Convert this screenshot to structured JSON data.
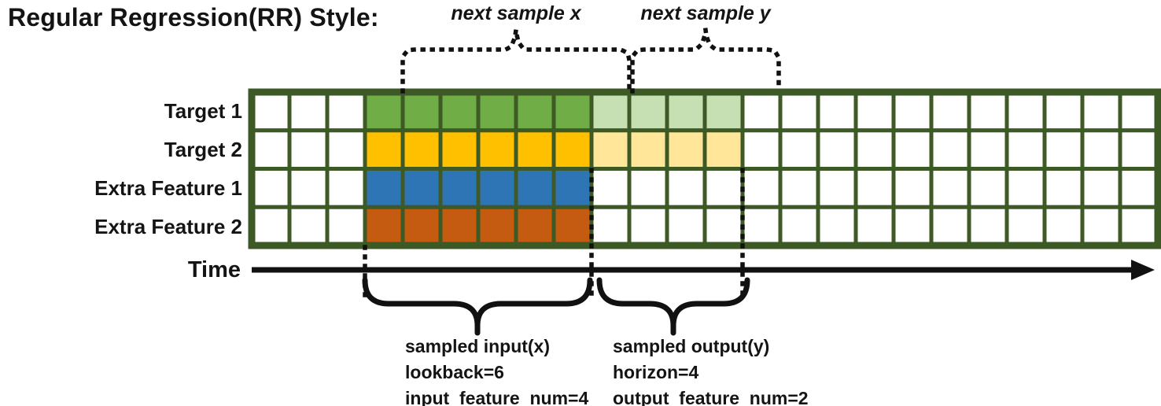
{
  "title": "Regular Regression(RR) Style:",
  "top_annotations": {
    "next_x": "next sample x",
    "next_y": "next sample y"
  },
  "time_axis": {
    "label": "Time"
  },
  "bottom_annotations": {
    "input": {
      "lines": [
        "sampled input(x)",
        "lookback=6",
        "input_feature_num=4"
      ]
    },
    "output": {
      "lines": [
        "sampled output(y)",
        "horizon=4",
        "output_feature_num=2"
      ]
    }
  },
  "sample_params": {
    "lookback": 6,
    "horizon": 4,
    "input_feature_num": 4,
    "output_feature_num": 2
  },
  "grid": {
    "columns": 24,
    "empty_lead_columns": 3,
    "input_start_col": 3,
    "input_columns": 6,
    "output_start_col": 9,
    "output_columns": 4,
    "rows": [
      {
        "label": "Target 1",
        "input_color": "#70AD47",
        "output_color": "#C6E0B4",
        "has_output": true
      },
      {
        "label": "Target 2",
        "input_color": "#FFC000",
        "output_color": "#FFE699",
        "has_output": true
      },
      {
        "label": "Extra Feature 1",
        "input_color": "#2E75B6",
        "output_color": null,
        "has_output": false
      },
      {
        "label": "Extra Feature 2",
        "input_color": "#C55A11",
        "output_color": null,
        "has_output": false
      }
    ]
  },
  "colors": {
    "grid_border": "#3D5A26",
    "cell_empty": "#FFFFFF",
    "annotation_ink": "#111111",
    "input_green": "#70AD47",
    "output_green_light": "#C6E0B4",
    "input_gold": "#FFC000",
    "output_gold_light": "#FFE699",
    "input_blue": "#2E75B6",
    "input_orange": "#C55A11"
  }
}
